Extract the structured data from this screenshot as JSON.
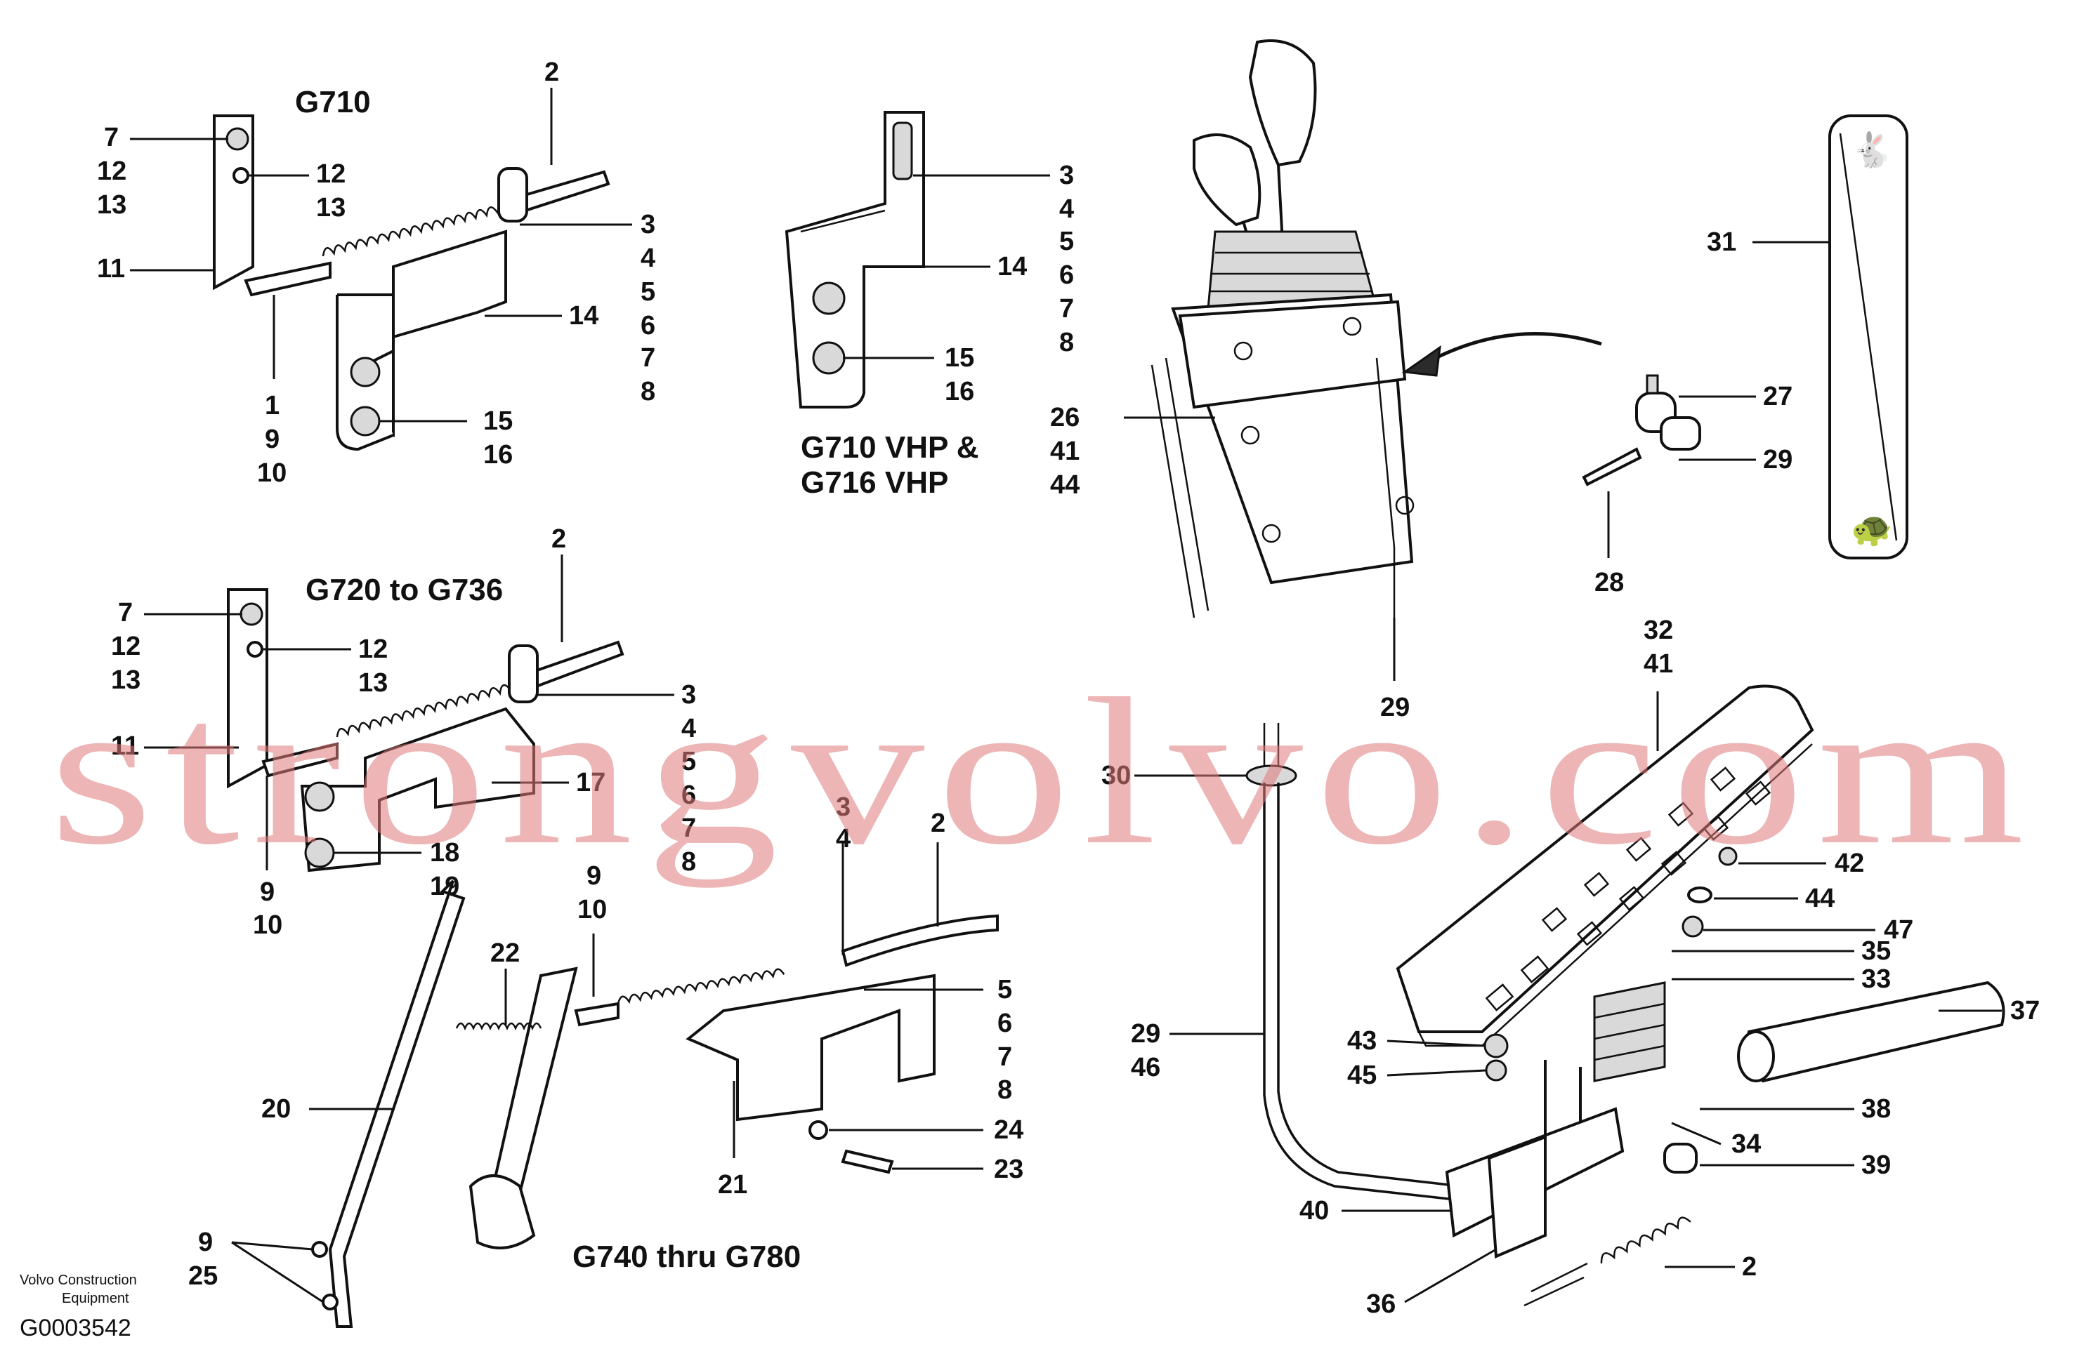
{
  "titles": {
    "g710": "G710",
    "g710vhp_line1": "G710 VHP &",
    "g710vhp_line2": "G716 VHP",
    "g720": "G720 to G736",
    "g740": "G740 thru G780"
  },
  "footer": {
    "maker_line1": "Volvo Construction",
    "maker_line2": "Equipment",
    "drawing_id": "G0003542"
  },
  "watermark": "strongvolvo.com",
  "callouts": {
    "a_7": "7",
    "a_12": "12",
    "a_13": "13",
    "a_11": "11",
    "a_12r": "12",
    "a_13r": "13",
    "a_2": "2",
    "a_3": "3",
    "a_4": "4",
    "a_5": "5",
    "a_6": "6",
    "a_7r": "7",
    "a_8": "8",
    "a_14": "14",
    "a_1": "1",
    "a_9": "9",
    "a_10": "10",
    "a_15": "15",
    "a_16": "16",
    "b_3": "3",
    "b_4": "4",
    "b_5": "5",
    "b_6": "6",
    "b_7": "7",
    "b_8": "8",
    "b_14": "14",
    "b_15": "15",
    "b_16": "16",
    "c_26": "26",
    "c_41": "41",
    "c_44": "44",
    "c_29": "29",
    "c_27": "27",
    "c_29r": "29",
    "c_28": "28",
    "c_31": "31",
    "d_7": "7",
    "d_12": "12",
    "d_13": "13",
    "d_11": "11",
    "d_12r": "12",
    "d_13r": "13",
    "d_2": "2",
    "d_3": "3",
    "d_4": "4",
    "d_5": "5",
    "d_6": "6",
    "d_7r": "7",
    "d_8": "8",
    "d_17": "17",
    "d_18": "18",
    "d_19": "19",
    "d_9": "9",
    "d_10": "10",
    "e_3": "3",
    "e_4": "4",
    "e_2": "2",
    "e_9": "9",
    "e_10": "10",
    "e_22": "22",
    "e_5": "5",
    "e_6": "6",
    "e_7": "7",
    "e_8": "8",
    "e_20": "20",
    "e_24": "24",
    "e_23": "23",
    "e_21": "21",
    "e_9b": "9",
    "e_25": "25",
    "f_32": "32",
    "f_41": "41",
    "f_30": "30",
    "f_42": "42",
    "f_44": "44",
    "f_47": "47",
    "f_35": "35",
    "f_33": "33",
    "f_37": "37",
    "f_29": "29",
    "f_46": "46",
    "f_43": "43",
    "f_45": "45",
    "f_38": "38",
    "f_34": "34",
    "f_39": "39",
    "f_40": "40",
    "f_36": "36",
    "f_2": "2"
  }
}
